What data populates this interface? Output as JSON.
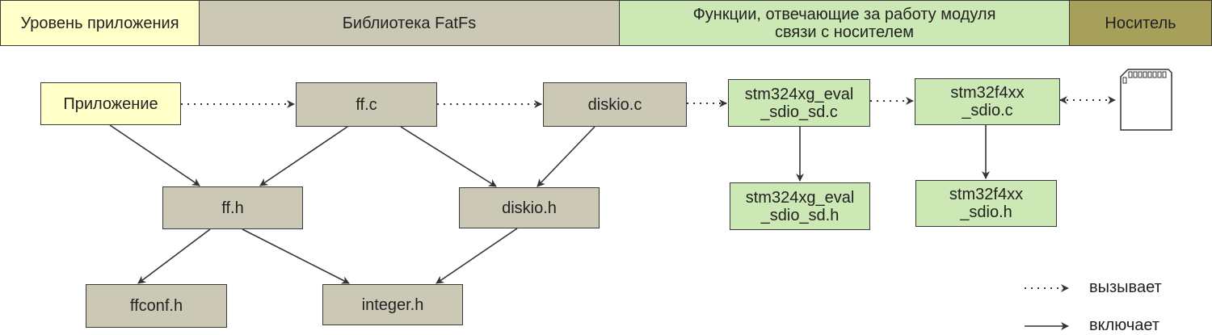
{
  "layers": {
    "app": "Уровень приложения",
    "library": "Библиотека FatFs",
    "driver": "Функции, отвечающие за работу модуля\nсвязи с носителем",
    "media": "Носитель"
  },
  "nodes": {
    "application": "Приложение",
    "ff_c": "ff.c",
    "diskio_c": "diskio.c",
    "eval_sd_c": "stm324xg_eval\n_sdio_sd.c",
    "sdio_c": "stm32f4xx\n_sdio.c",
    "ff_h": "ff.h",
    "diskio_h": "diskio.h",
    "eval_sd_h": "stm324xg_eval\n_sdio_sd.h",
    "sdio_h": "stm32f4xx\n_sdio.h",
    "ffconf_h": "ffconf.h",
    "integer_h": "integer.h"
  },
  "legend": {
    "calls": "вызывает",
    "includes": "включает"
  },
  "colors": {
    "app": "#ffffc8",
    "library": "#ccc8b6",
    "driver": "#cce8b4",
    "media": "#a7a05b",
    "line": "#333333"
  }
}
